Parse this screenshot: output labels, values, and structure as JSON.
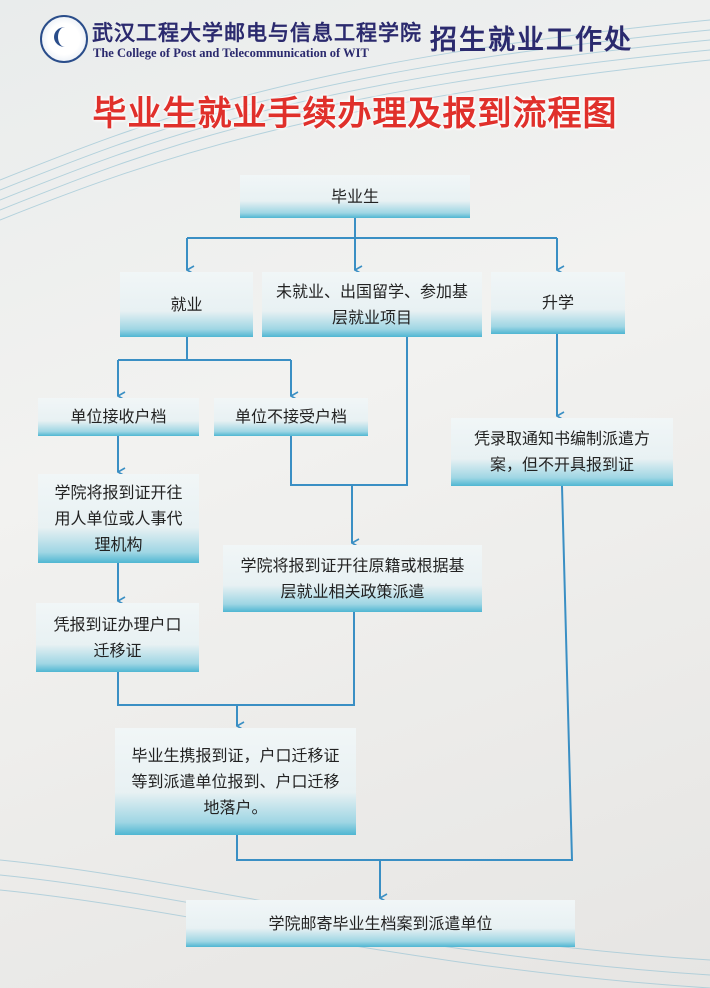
{
  "header": {
    "college_cn": "武汉工程大学邮电与信息工程学院",
    "college_en": "The College of Post and Telecommunication of WIT",
    "office": "招生就业工作处"
  },
  "title": "毕业生就业手续办理及报到流程图",
  "colors": {
    "title": "#e0302b",
    "header": "#2b2a6e",
    "line": "#3a8fc4",
    "box_accent": "#4fb6d2"
  },
  "nodes": {
    "graduate": "毕业生",
    "employed": "就业",
    "unemployed": "未就业、出国留学、参加基层就业项目",
    "further_study": "升学",
    "unit_accepts": "单位接收户档",
    "unit_not_accepts": "单位不接受户档",
    "admission_notice": "凭录取通知书编制派遣方案，但不开具报到证",
    "send_to_employer": "学院将报到证开往用人单位或人事代理机构",
    "send_to_origin": "学院将报到证开往原籍或根据基层就业相关政策派遣",
    "hukou_transfer": "凭报到证办理户口迁移证",
    "report": "毕业生携报到证，户口迁移证等到派遣单位报到、户口迁移地落户。",
    "mail_archive": "学院邮寄毕业生档案到派遣单位"
  }
}
